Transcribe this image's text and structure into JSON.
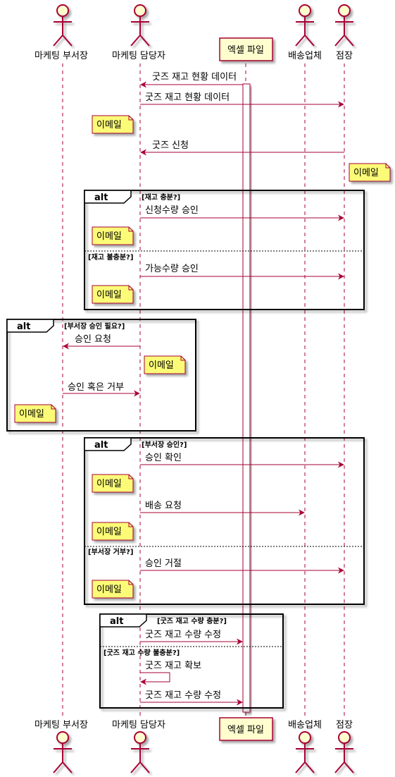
{
  "participants": {
    "vp": "마케팅 부서장",
    "mgr": "마케팅 담당자",
    "excel": "엑셀 파일",
    "ship": "배송업체",
    "store": "점장"
  },
  "messages": {
    "m1": "굿즈 재고 현황 데이터",
    "m2": "굿즈 재고 현황 데이터",
    "m3": "굿즈 신청",
    "m4": "신청수량 승인",
    "m5": "가능수량 승인",
    "m6": "승인 요청",
    "m7": "승인 혹은 거부",
    "m8": "승인 확인",
    "m9": "배송 요청",
    "m10": "승인 거절",
    "m11": "굿즈 재고 수량 수정",
    "m12": "굿즈 재고 확보",
    "m13": "굿즈 재고 수량 수정"
  },
  "note_text": "이메일",
  "frames": {
    "alt_keyword": "alt",
    "f1_guard1": "[재고 충분?]",
    "f1_guard2": "[재고 불충분?]",
    "f2_guard1": "[부서장 승인 필요?]",
    "f3_guard1": "[부서장 승인?]",
    "f3_guard2": "[부서장 거부?]",
    "f4_guard1": "[굿즈 재고 수량 충분?]",
    "f4_guard2": "[굿즈 재고 수량 불충분?]"
  },
  "colors": {
    "arrow": "#A80036",
    "box_fill": "#FEFECE",
    "note_fill": "#FBFB77",
    "frame": "#000000"
  }
}
